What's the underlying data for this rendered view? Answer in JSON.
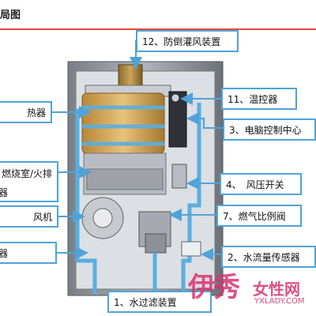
{
  "title": "局图",
  "labels": {
    "l12": "12、防倒灌风装置",
    "l11": "11、温控器",
    "l3": "3、电脑控制中心",
    "l4": "4、　风压开关",
    "l7": "7、燃气比例阀",
    "l2": "2、水流量传感器",
    "l1": "1、水过滤装置",
    "left_heat": "热器",
    "left_burn": "燃烧室/火排",
    "left_qi": "器",
    "left_fan": "风机",
    "left_ign": "器"
  },
  "watermark": {
    "logo": "伊秀",
    "text": "女性网",
    "url": "YXLADY.COM"
  },
  "colors": {
    "label_border": "#4fa3d8",
    "arrow": "#4fa3d8",
    "pipe": "#5aaee0",
    "title_rule": "#e24a3b",
    "watermark": "#d8336e"
  }
}
